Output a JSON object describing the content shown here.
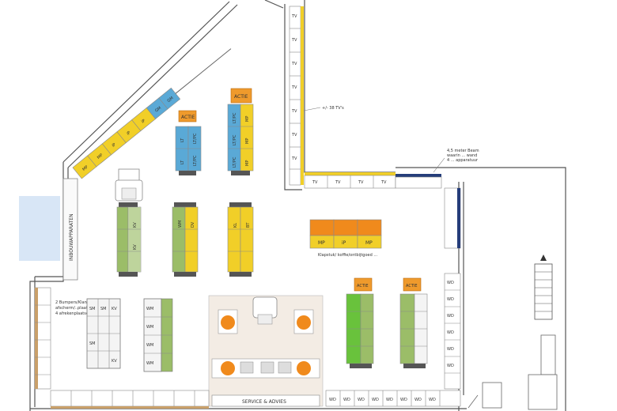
{
  "colors": {
    "blue": "#5aa9d6",
    "green": "#9bbd68",
    "bright_green": "#69c23c",
    "yellow": "#f1cf28",
    "orange": "#f08a1c",
    "action_orange": "#ef9a2c",
    "floor_tint": "#f3ece4",
    "wall": "#555555",
    "navy": "#253d7a",
    "light_blue_area": "#d8e6f6",
    "white_block": "#f4f4f4"
  },
  "labels": {
    "action": "ACTIE",
    "service": "SERVICE & ADVIES",
    "tv_note": "+/- 38 TV's",
    "wall_note_1": "4,5 meter Beam",
    "wall_note_2": "waarin ... wand",
    "wall_note_3": "4 ... apparatuur",
    "checkout_note_1": "2 Bumpers/Klantaan",
    "checkout_note_2": "afscherm/..plaats",
    "checkout_note_3": "4 afrekenplaatsen",
    "front_note": "Klapstuk/ koffie/ontbijtgoed ...",
    "left_wall": "INBOUWAPPARATEN",
    "tv_code": "TV",
    "wd": "WD",
    "sm": "SM",
    "kv": "KV",
    "wm": "WM",
    "dv": "DV",
    "kl": "KL",
    "lt": "LT",
    "ltpc": "LT/PC",
    "mp": "MP",
    "ip": "iP",
    "gm": "GM",
    "bt": "BT"
  }
}
